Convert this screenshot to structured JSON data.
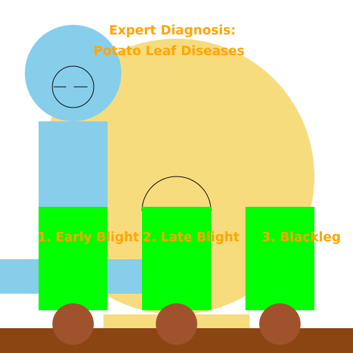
{
  "title": {
    "line1": "Expert Diagnosis:",
    "line2": "Potato Leaf Diseases"
  },
  "diseases": [
    {
      "label": "1. Early Blight"
    },
    {
      "label": "2. Late Blight"
    },
    {
      "label": "3. Blackleg"
    }
  ],
  "colors": {
    "background": "#ffffff",
    "sun": "#f7dc7e",
    "figure": "#87ceeb",
    "leaf_box": "#00ff00",
    "wheel": "#a0522d",
    "ground": "#8b4513",
    "text": "#ffa500",
    "stroke": "#000000"
  }
}
